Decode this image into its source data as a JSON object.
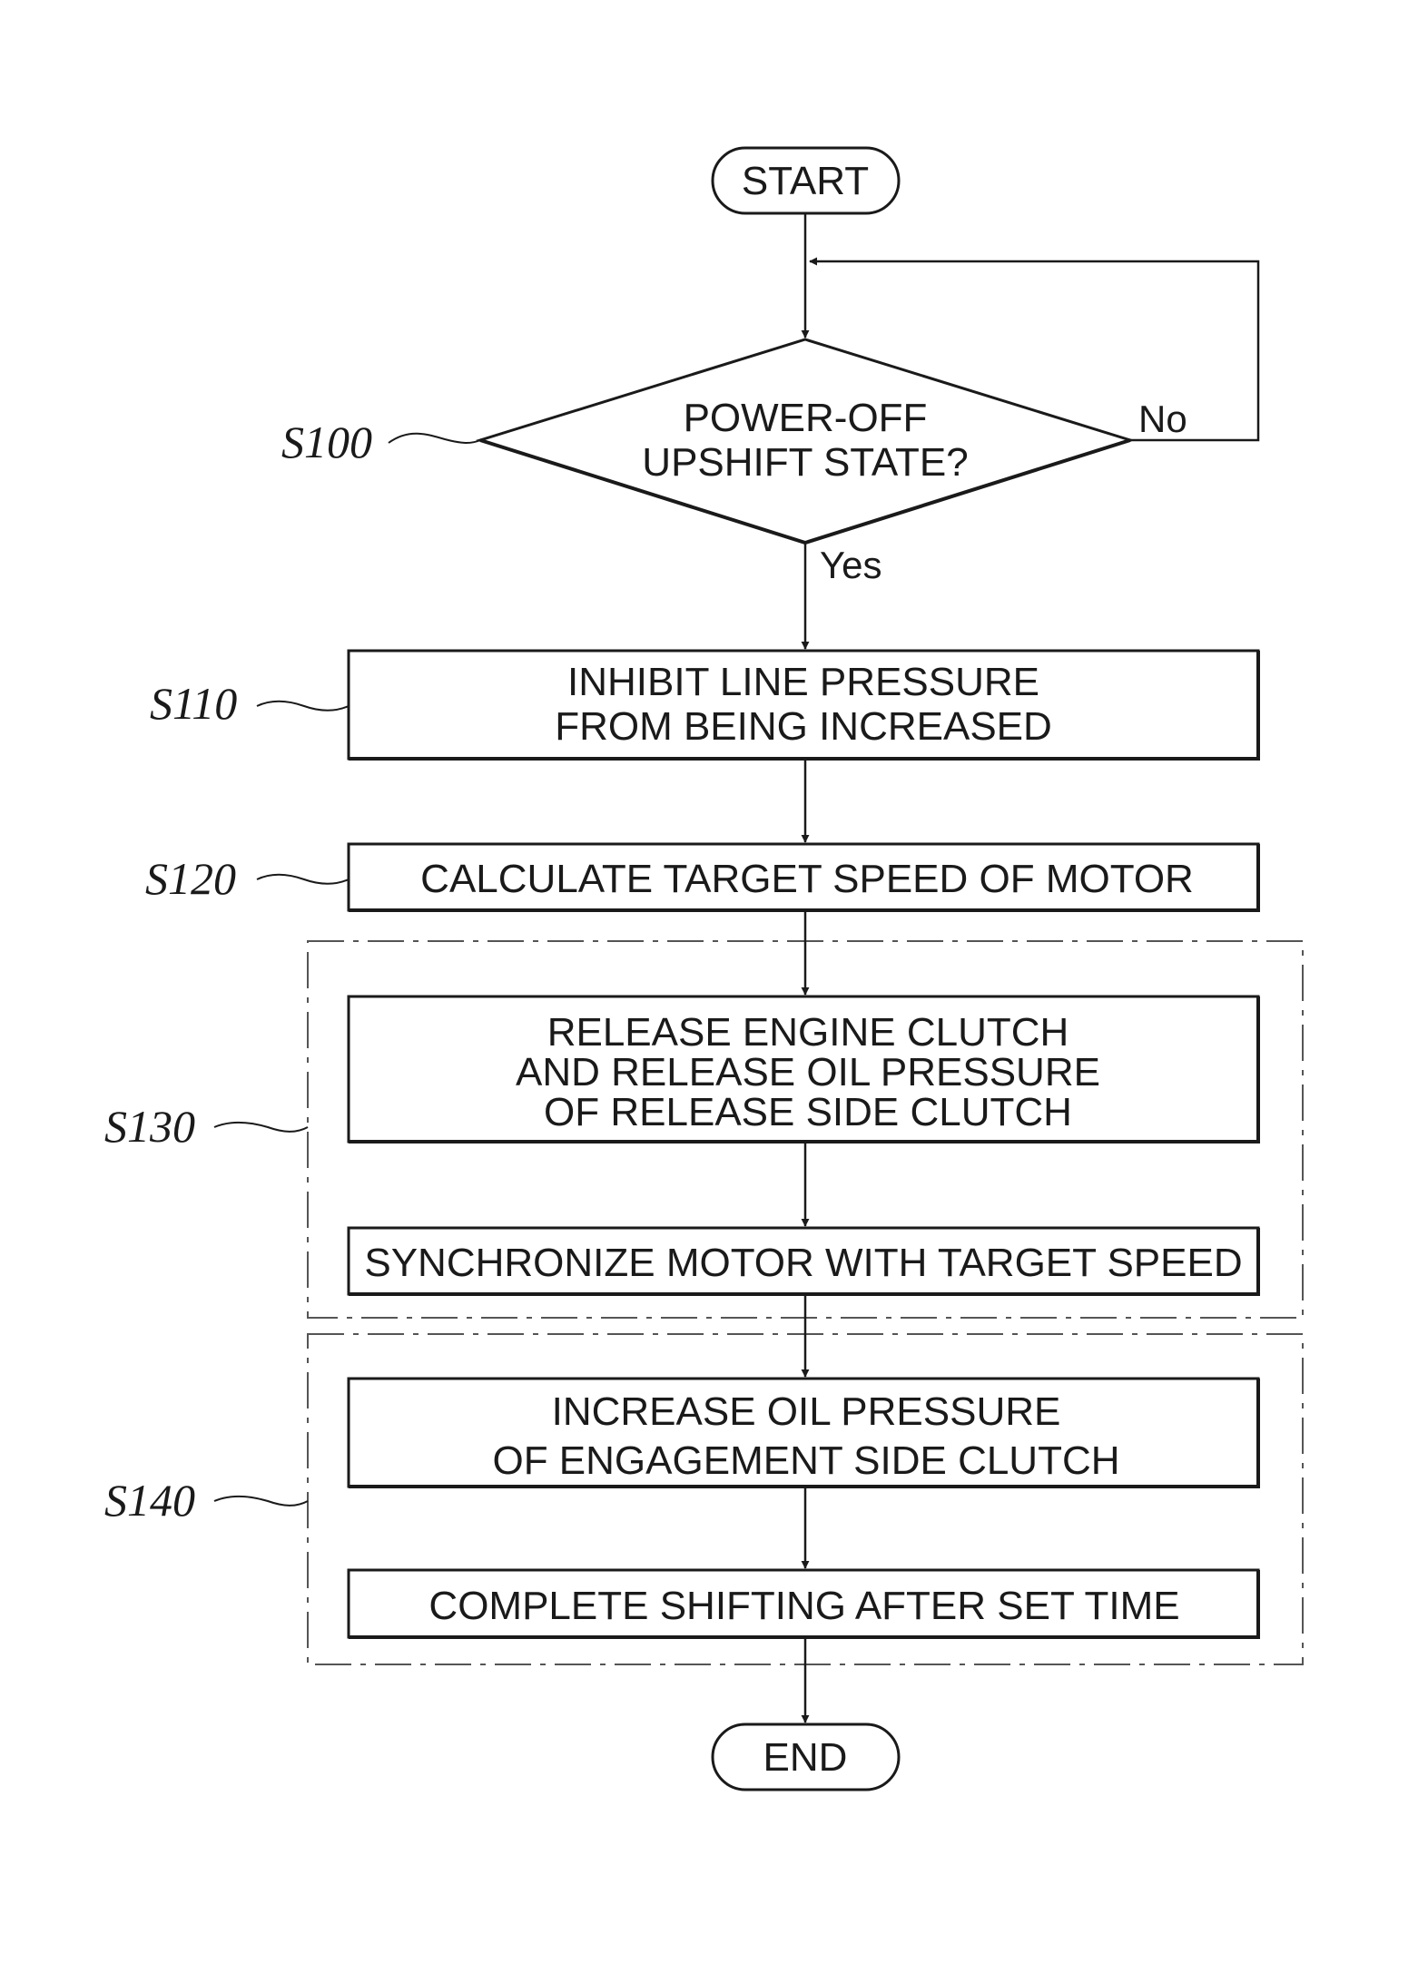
{
  "terminals": {
    "start": "START",
    "end": "END"
  },
  "decision": {
    "lines": [
      "POWER-OFF",
      "UPSHIFT STATE?"
    ],
    "no_label": "No",
    "yes_label": "Yes"
  },
  "steps": {
    "s110": {
      "label": "S110",
      "lines": [
        "INHIBIT LINE PRESSURE",
        "FROM BEING INCREASED"
      ]
    },
    "s120": {
      "label": "S120",
      "lines": [
        "CALCULATE TARGET SPEED OF MOTOR"
      ]
    },
    "s130": {
      "label": "S130",
      "box1": [
        "RELEASE ENGINE CLUTCH",
        "AND RELEASE OIL PRESSURE",
        "OF RELEASE SIDE CLUTCH"
      ],
      "box2": [
        "SYNCHRONIZE MOTOR WITH TARGET SPEED"
      ]
    },
    "s140": {
      "label": "S140",
      "box1": [
        "INCREASE OIL PRESSURE",
        "OF ENGAGEMENT SIDE CLUTCH"
      ],
      "box2": [
        "COMPLETE SHIFTING AFTER SET TIME"
      ]
    }
  },
  "decision_label": "S100"
}
